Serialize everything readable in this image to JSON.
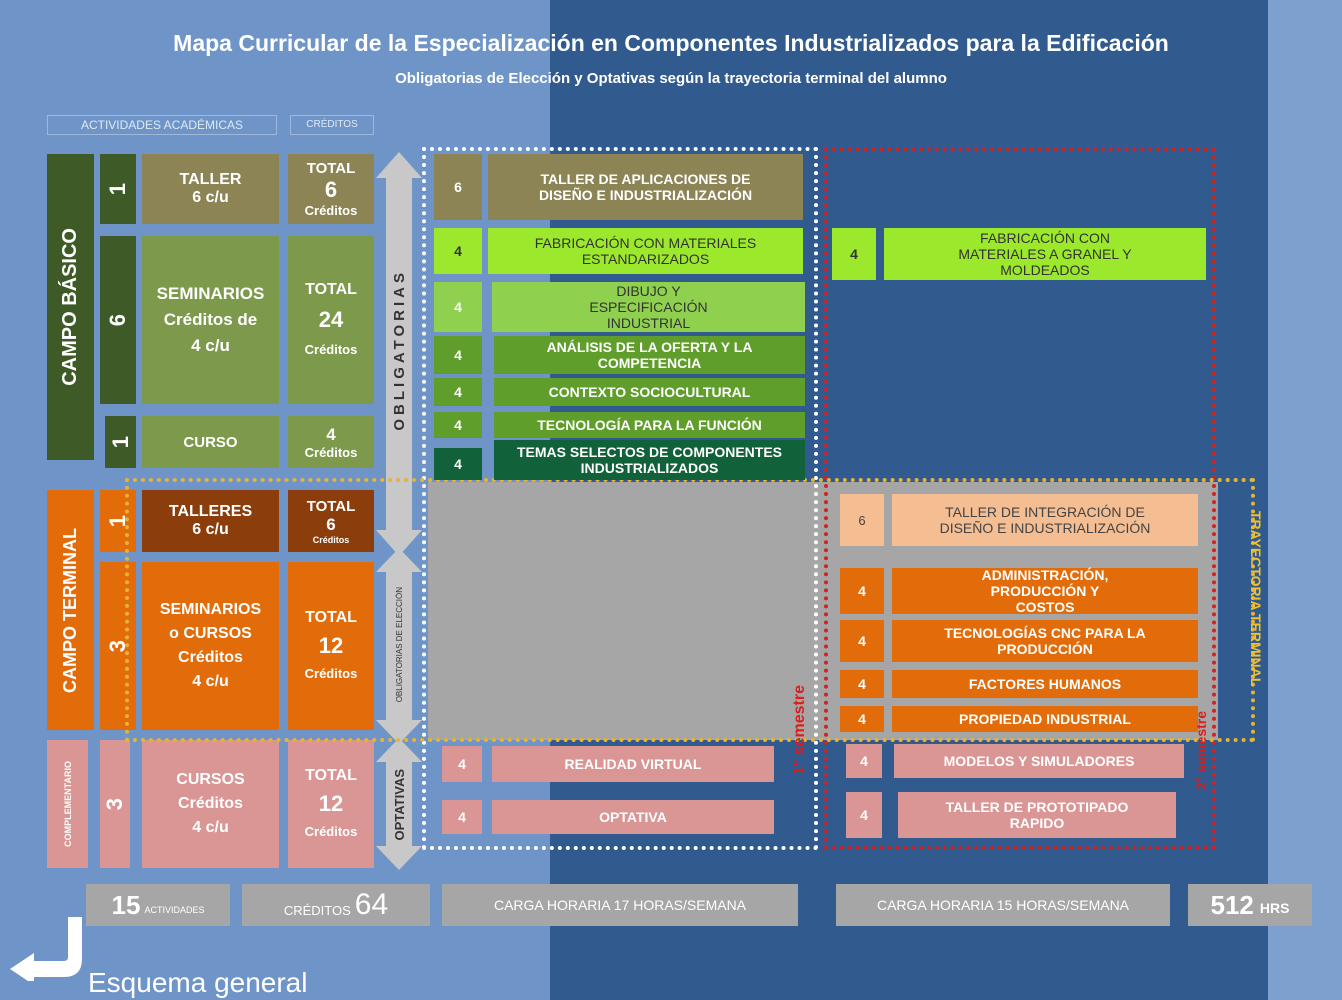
{
  "title": "Mapa Curricular de la Especialización en Componentes Industrializados para la Edificación",
  "subtitle": "Obligatorias de Elección y Optativas según la trayectoria terminal del alumno",
  "headers": {
    "activities": "ACTIVIDADES ACADÉMICAS",
    "credits": "CRÉDITOS"
  },
  "fields": {
    "basico": "CAMPO BÁSICO",
    "terminal": "CAMPO TERMINAL",
    "complementario": "COMPLEMENTARIO"
  },
  "rows": {
    "taller": {
      "count": "1",
      "name1": "TALLER",
      "name2": "6 c/u",
      "t1": "TOTAL",
      "t2": "6",
      "t3": "Créditos"
    },
    "seminarios": {
      "count": "6",
      "name1": "SEMINARIOS",
      "name2": "Créditos de",
      "name3": "4 c/u",
      "t1": "TOTAL",
      "t2": "24",
      "t3": "Créditos"
    },
    "curso": {
      "count": "1",
      "name1": "CURSO",
      "t1": "4",
      "t2": "Créditos"
    },
    "talleres": {
      "count": "1",
      "name1": "TALLERES",
      "name2": "6 c/u",
      "t1": "TOTAL",
      "t2": "6",
      "t3": "Créditos"
    },
    "semcursos": {
      "count": "3",
      "name1": "SEMINARIOS",
      "name2": "o CURSOS",
      "name3": "Créditos",
      "name4": "4 c/u",
      "t1": "TOTAL",
      "t2": "12",
      "t3": "Créditos"
    },
    "cursos": {
      "count": "3",
      "name1": "CURSOS",
      "name2": "Créditos",
      "name3": "4 c/u",
      "t1": "TOTAL",
      "t2": "12",
      "t3": "Créditos"
    }
  },
  "arrows": {
    "obligatorias": "OBLIGATORIAS",
    "eleccion": "OBLIGATORIAS DE ELECCIÓN",
    "optativas": "OPTATIVAS"
  },
  "sem1": [
    {
      "cr": "6",
      "name": "TALLER DE APLICACIONES DE DISEÑO E INDUSTRIALIZACIÓN"
    },
    {
      "cr": "4",
      "name": "FABRICACIÓN CON MATERIALES ESTANDARIZADOS"
    },
    {
      "cr": "4",
      "name": "DIBUJO Y ESPECIFICACIÓN INDUSTRIAL"
    },
    {
      "cr": "4",
      "name": "ANÁLISIS DE LA OFERTA Y LA COMPETENCIA"
    },
    {
      "cr": "4",
      "name": "CONTEXTO SOCIOCULTURAL"
    },
    {
      "cr": "4",
      "name": "TECNOLOGÍA PARA LA FUNCIÓN"
    },
    {
      "cr": "4",
      "name": "TEMAS SELECTOS DE COMPONENTES INDUSTRIALIZADOS"
    }
  ],
  "sem1_opt": [
    {
      "cr": "4",
      "name": "REALIDAD VIRTUAL"
    },
    {
      "cr": "4",
      "name": "OPTATIVA"
    }
  ],
  "sem2_basic": {
    "cr": "4",
    "name": "FABRICACIÓN CON MATERIALES A GRANEL Y MOLDEADOS"
  },
  "sem2_term": [
    {
      "cr": "6",
      "name": "TALLER DE INTEGRACIÓN DE DISEÑO E INDUSTRIALIZACIÓN"
    },
    {
      "cr": "4",
      "name": "ADMINISTRACIÓN, PRODUCCIÓN Y COSTOS"
    },
    {
      "cr": "4",
      "name": "TECNOLOGÍAS CNC PARA LA PRODUCCIÓN"
    },
    {
      "cr": "4",
      "name": "FACTORES HUMANOS"
    },
    {
      "cr": "4",
      "name": "PROPIEDAD INDUSTRIAL"
    }
  ],
  "sem2_opt": [
    {
      "cr": "4",
      "name": "MODELOS Y SIMULADORES"
    },
    {
      "cr": "4",
      "name": "TALLER DE PROTOTIPADO RAPIDO"
    }
  ],
  "semester_labels": {
    "first": "1° semestre",
    "second": "2° semestre",
    "trayectoria": "TRAYECTORIA TERMINAL"
  },
  "footer": {
    "activities_num": "15",
    "activities_label": "ACTIVIDADES",
    "credits_label": "CRÉDITOS",
    "credits_num": "64",
    "carga1": "CARGA HORARIA 17 HORAS/SEMANA",
    "carga2": "CARGA HORARIA 15 HORAS/SEMANA",
    "hrs_num": "512",
    "hrs_label": "HRS"
  },
  "nav": {
    "label": "Esquema general",
    "icon": "return-arrow-icon"
  }
}
